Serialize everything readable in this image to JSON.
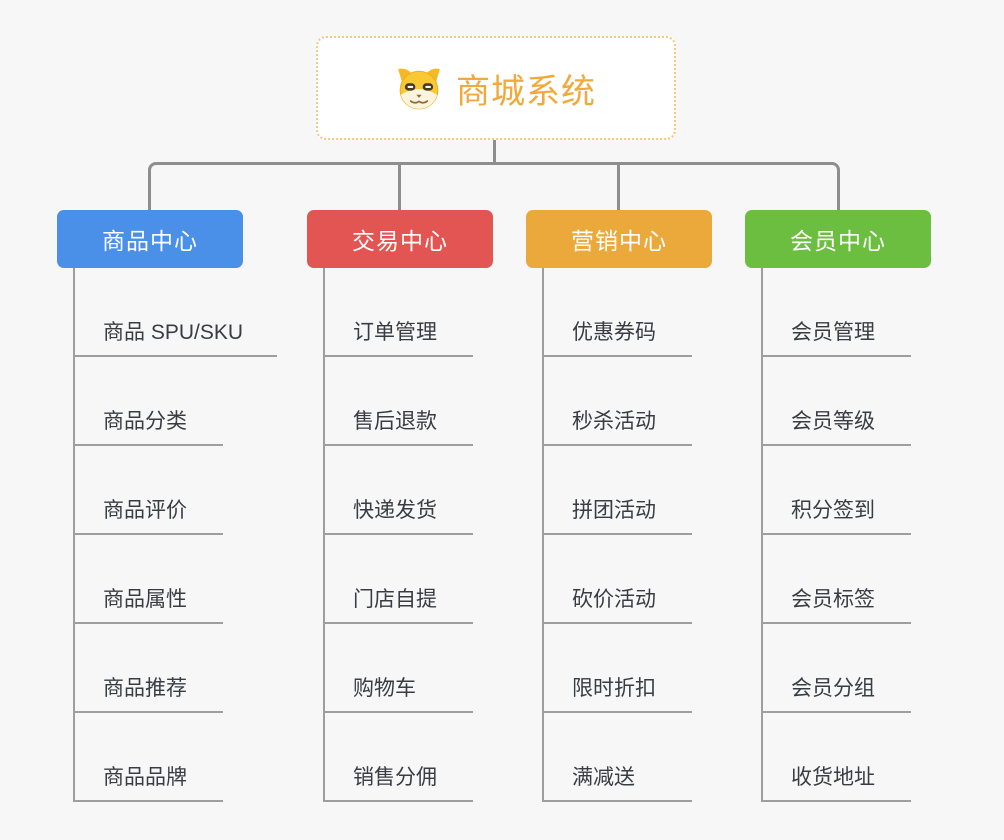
{
  "root": {
    "title": "商城系统",
    "icon": "dog-face-icon"
  },
  "branches": [
    {
      "label": "商品中心",
      "color": "#4A90E8",
      "children": [
        "商品 SPU/SKU",
        "商品分类",
        "商品评价",
        "商品属性",
        "商品推荐",
        "商品品牌"
      ]
    },
    {
      "label": "交易中心",
      "color": "#E25552",
      "children": [
        "订单管理",
        "售后退款",
        "快递发货",
        "门店自提",
        "购物车",
        "销售分佣"
      ]
    },
    {
      "label": "营销中心",
      "color": "#EBA93C",
      "children": [
        "优惠券码",
        "秒杀活动",
        "拼团活动",
        "砍价活动",
        "限时折扣",
        "满减送"
      ]
    },
    {
      "label": "会员中心",
      "color": "#6CBE41",
      "children": [
        "会员管理",
        "会员等级",
        "积分签到",
        "会员标签",
        "会员分组",
        "收货地址"
      ]
    }
  ],
  "colors": {
    "background": "#F7F7F7",
    "connector": "#8E8E8E",
    "branchline": "#9E9E9E",
    "leaftext": "#383D44",
    "rootaccent": "#F2A93C",
    "rootborder": "#F6C87E"
  }
}
